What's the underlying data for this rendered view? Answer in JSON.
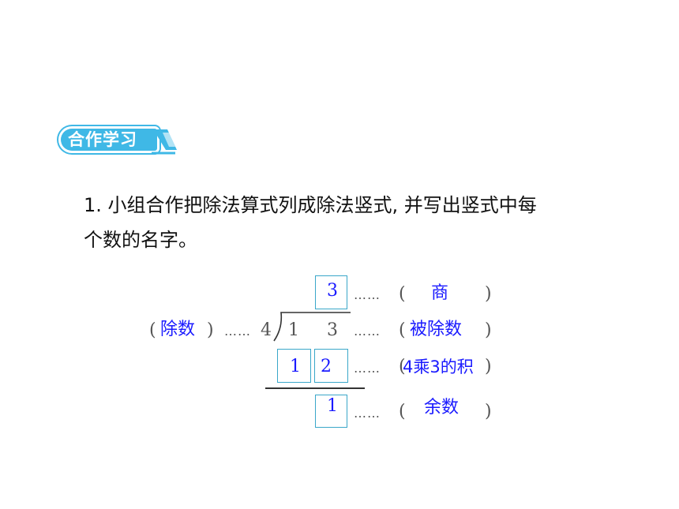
{
  "header": {
    "badge_label": "合作学习"
  },
  "question": {
    "line1": "1. 小组合作把除法算式列成除法竖式, 并写出竖式中每",
    "line2": "个数的名字。"
  },
  "division": {
    "divisor": "4",
    "dividend_digits": [
      "1",
      "3"
    ],
    "quotient": "3",
    "product_digits": [
      "1",
      "2"
    ],
    "remainder": "1",
    "leader_dots": "……",
    "paren_open": "(",
    "paren_close": ")",
    "labels": {
      "quotient": "商",
      "divisor": "除数",
      "dividend": "被除数",
      "product": "4乘3的积",
      "remainder": "余数"
    }
  },
  "colors": {
    "badge": "#3fb8e6",
    "answer_text": "#1a1aff",
    "box_border": "#3aa7c9"
  }
}
